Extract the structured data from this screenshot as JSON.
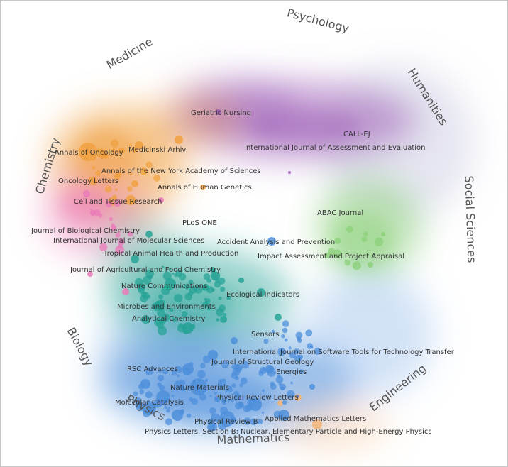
{
  "colors": {
    "medicine": "#f0a040",
    "psychology": "#9a5ab5",
    "humanities": "#b8b8d8",
    "social_sciences": "#8bd07a",
    "chemistry": "#ea7ab8",
    "biology": "#27a396",
    "physics": "#4d8fdb",
    "engineering": "#f3b477",
    "mathematics": "#6aa0e6"
  },
  "fields": [
    {
      "id": "psychology",
      "label": "Psychology"
    },
    {
      "id": "medicine",
      "label": "Medicine"
    },
    {
      "id": "humanities",
      "label": "Humanities"
    },
    {
      "id": "chemistry",
      "label": "Chemistry"
    },
    {
      "id": "social-sciences",
      "label": "Social Sciences"
    },
    {
      "id": "biology",
      "label": "Biology"
    },
    {
      "id": "engineering",
      "label": "Engineering"
    },
    {
      "id": "physics",
      "label": "Physics"
    },
    {
      "id": "mathematics",
      "label": "Mathematics"
    }
  ],
  "journals": [
    {
      "id": "geriatric-nursing",
      "label": "Geriatric Nursing",
      "field": "psychology"
    },
    {
      "id": "call-ej",
      "label": "CALL-EJ",
      "field": "humanities"
    },
    {
      "id": "ijae",
      "label": "International Journal of Assessment and Evaluation",
      "field": "humanities"
    },
    {
      "id": "annals-of-oncology",
      "label": "Annals of Oncology",
      "field": "medicine"
    },
    {
      "id": "medicinski-arhiv",
      "label": "Medicinski Arhiv",
      "field": "medicine"
    },
    {
      "id": "annals-nyas",
      "label": "Annals of the New York Academy of Sciences",
      "field": "medicine"
    },
    {
      "id": "oncology-letters",
      "label": "Oncology Letters",
      "field": "medicine"
    },
    {
      "id": "annals-human-genetics",
      "label": "Annals of Human Genetics",
      "field": "medicine"
    },
    {
      "id": "cell-tissue-research",
      "label": "Cell and Tissue Research",
      "field": "chemistry"
    },
    {
      "id": "abac-journal",
      "label": "ABAC Journal",
      "field": "social_sciences"
    },
    {
      "id": "plos-one",
      "label": "PLoS ONE",
      "field": "chemistry"
    },
    {
      "id": "jbc",
      "label": "Journal of Biological Chemistry",
      "field": "chemistry"
    },
    {
      "id": "accident-analysis",
      "label": "Accident Analysis and Prevention",
      "field": "physics"
    },
    {
      "id": "ijms",
      "label": "International Journal of Molecular Sciences",
      "field": "biology"
    },
    {
      "id": "impact-assessment",
      "label": "Impact Assessment and Project Appraisal",
      "field": "social_sciences"
    },
    {
      "id": "tropical-animal",
      "label": "Tropical Animal Health and Production",
      "field": "biology"
    },
    {
      "id": "jafc",
      "label": "Journal of Agricultural and Food Chemistry",
      "field": "biology"
    },
    {
      "id": "nature-communications",
      "label": "Nature Communications",
      "field": "biology"
    },
    {
      "id": "ecological-indicators",
      "label": "Ecological Indicators",
      "field": "biology"
    },
    {
      "id": "microbes-environments",
      "label": "Microbes and Environments",
      "field": "biology"
    },
    {
      "id": "analytical-chemistry",
      "label": "Analytical Chemistry",
      "field": "biology"
    },
    {
      "id": "sensors",
      "label": "Sensors",
      "field": "biology"
    },
    {
      "id": "ijsttt",
      "label": "International Journal on Software Tools for Technology Transfer",
      "field": "physics"
    },
    {
      "id": "j-structural-geology",
      "label": "Journal of Structural Geology",
      "field": "physics"
    },
    {
      "id": "rsc-advances",
      "label": "RSC Advances",
      "field": "physics"
    },
    {
      "id": "energies",
      "label": "Energies",
      "field": "engineering"
    },
    {
      "id": "nature-materials",
      "label": "Nature Materials",
      "field": "physics"
    },
    {
      "id": "physical-review-letters",
      "label": "Physical Review Letters",
      "field": "physics"
    },
    {
      "id": "molecular-catalysis",
      "label": "Molecular Catalysis",
      "field": "physics"
    },
    {
      "id": "applied-math-letters",
      "label": "Applied Mathematics Letters",
      "field": "mathematics"
    },
    {
      "id": "physical-review-b",
      "label": "Physical Review B",
      "field": "physics"
    },
    {
      "id": "physics-letters-b",
      "label": "Physics Letters, Section B: Nuclear, Elementary Particle and High-Energy Physics",
      "field": "physics"
    }
  ]
}
